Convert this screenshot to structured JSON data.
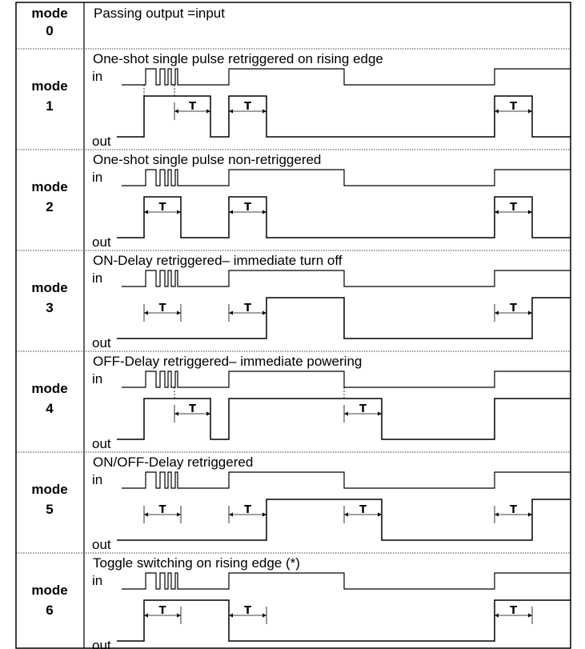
{
  "header_row": {
    "mode_label": "mode",
    "mode_number": "0",
    "description": "Passing output =input"
  },
  "modes": [
    {
      "label": "mode",
      "number": "1",
      "title": "One-shot single pulse retriggered on rising edge",
      "in_label": "in",
      "out_label": "out",
      "t_label": "T"
    },
    {
      "label": "mode",
      "number": "2",
      "title": "One-shot single pulse non-retriggered",
      "in_label": "in",
      "out_label": "out",
      "t_label": "T"
    },
    {
      "label": "mode",
      "number": "3",
      "title": "ON-Delay retriggered– immediate turn off",
      "in_label": "in",
      "out_label": "out",
      "t_label": "T"
    },
    {
      "label": "mode",
      "number": "4",
      "title": "OFF-Delay retriggered– immediate powering",
      "in_label": "in",
      "out_label": "out",
      "t_label": "T"
    },
    {
      "label": "mode",
      "number": "5",
      "title": "ON/OFF-Delay retriggered",
      "in_label": "in",
      "out_label": "out",
      "t_label": "T"
    },
    {
      "label": "mode",
      "number": "6",
      "title": "Toggle switching on rising edge (*)",
      "in_label": "in",
      "out_label": "out",
      "t_label": "T"
    }
  ]
}
